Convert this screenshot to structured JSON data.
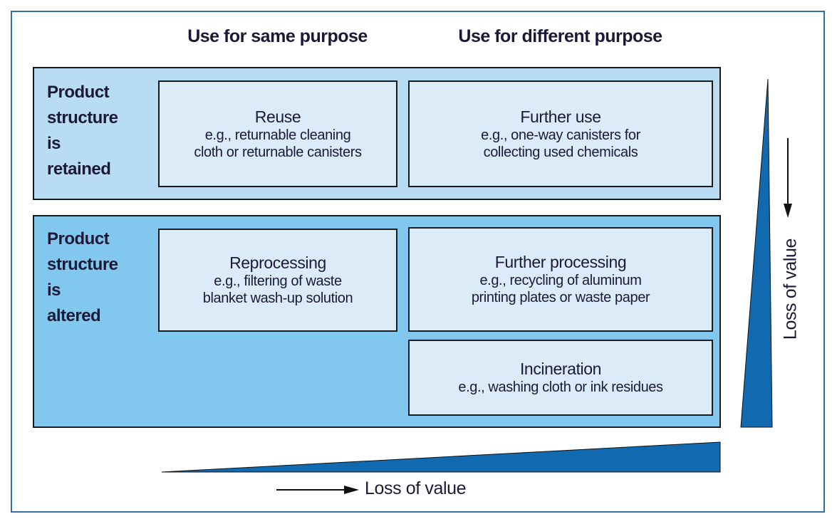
{
  "colors": {
    "frame-border": "#33709f",
    "band-retained": "#b7dcf4",
    "band-altered": "#82c7ee",
    "cell-bg": "#dcebf8",
    "box-border": "#1a1a1a",
    "wedge": "#1169b0",
    "text": "#1a1a38"
  },
  "headers": {
    "col1": "Use for same purpose",
    "col2": "Use for different purpose"
  },
  "rows": {
    "retained": {
      "label_lines": [
        "Product",
        "structure",
        "is",
        "retained"
      ]
    },
    "altered": {
      "label_lines": [
        "Product",
        "structure",
        "is",
        "altered"
      ]
    }
  },
  "cells": {
    "reuse": {
      "title": "Reuse",
      "example_lines": [
        "e.g., returnable cleaning",
        "cloth or returnable canisters"
      ]
    },
    "further_use": {
      "title": "Further use",
      "example_lines": [
        "e.g., one-way canisters for",
        "collecting used chemicals"
      ]
    },
    "reprocessing": {
      "title": "Reprocessing",
      "example_lines": [
        "e.g., filtering of waste",
        "blanket wash-up solution"
      ]
    },
    "further_processing": {
      "title": "Further processing",
      "example_lines": [
        "e.g., recycling of aluminum",
        "printing plates or waste paper"
      ]
    },
    "incineration": {
      "title": "Incineration",
      "example_lines": [
        "e.g., washing cloth or ink residues"
      ]
    }
  },
  "axes": {
    "vertical": {
      "label": "Loss of value"
    },
    "horizontal": {
      "label": "Loss of value"
    }
  }
}
